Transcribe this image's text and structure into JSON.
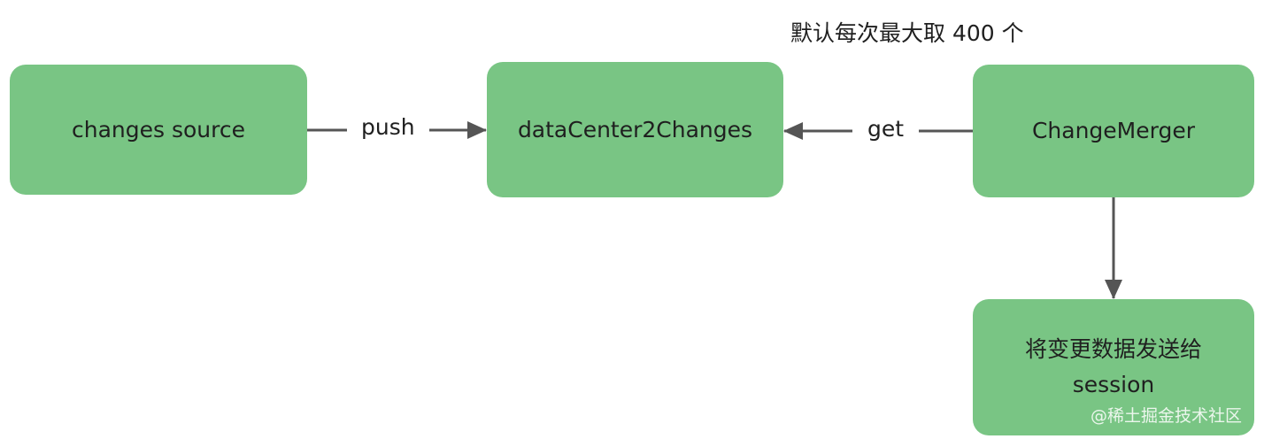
{
  "nodes": {
    "changes_source": "changes source",
    "datacenter2changes": "dataCenter2Changes",
    "change_merger": "ChangeMerger",
    "session_output": "将变更数据发送给\nsession"
  },
  "edges": {
    "push_label": "push",
    "get_label": "get"
  },
  "annotation": "默认每次最大取 400 个",
  "watermark": "@稀土掘金技术社区",
  "colors": {
    "node_fill": "#79c584",
    "edge_stroke": "#555555",
    "text": "#1f1f1f"
  }
}
